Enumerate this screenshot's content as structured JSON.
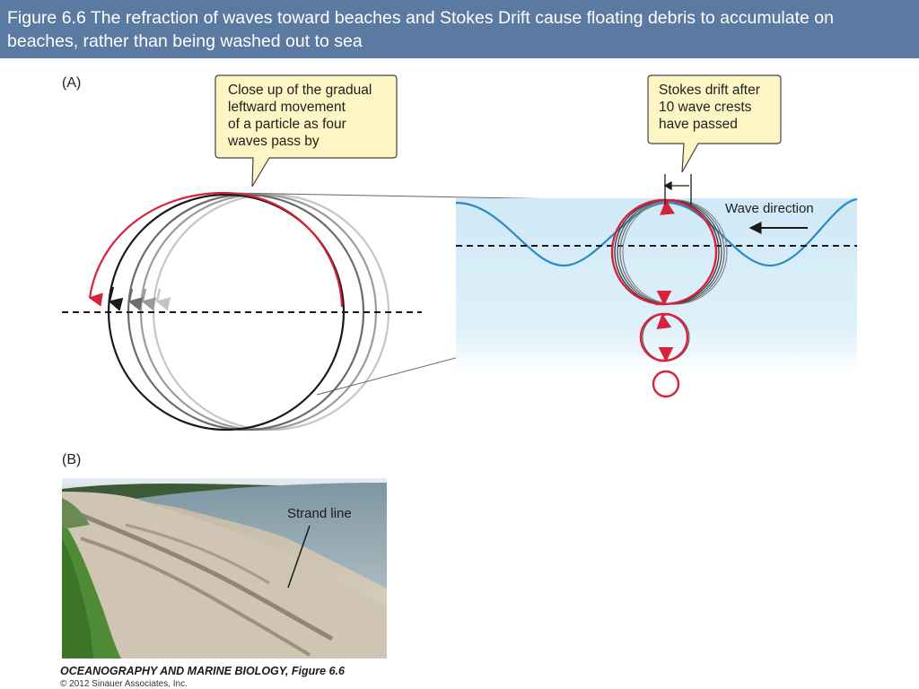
{
  "header": {
    "title": "Figure 6.6  The refraction of waves toward beaches and Stokes Drift cause floating debris to accumulate on beaches, rather than being washed out to sea"
  },
  "panel_a": {
    "label": "(A)",
    "callout_left": [
      "Close up of the gradual",
      "leftward movement",
      "of a particle as four",
      "waves pass by"
    ],
    "callout_right": [
      "Stokes drift after",
      "10 wave crests",
      "have passed"
    ],
    "wave_direction_label": "Wave direction"
  },
  "panel_b": {
    "label": "(B)",
    "strand_line_label": "Strand line"
  },
  "caption": {
    "book": "OCEANOGRAPHY AND MARINE BIOLOGY, Figure 6.6",
    "copyright": "© 2012 Sinauer Associates, Inc."
  },
  "colors": {
    "header_bg": "#5b7aa1",
    "water": "#d9eef8",
    "wave_line": "#2a8ac4",
    "orbit_red": "#d8213a",
    "callout_bg": "#fdf5c4"
  }
}
